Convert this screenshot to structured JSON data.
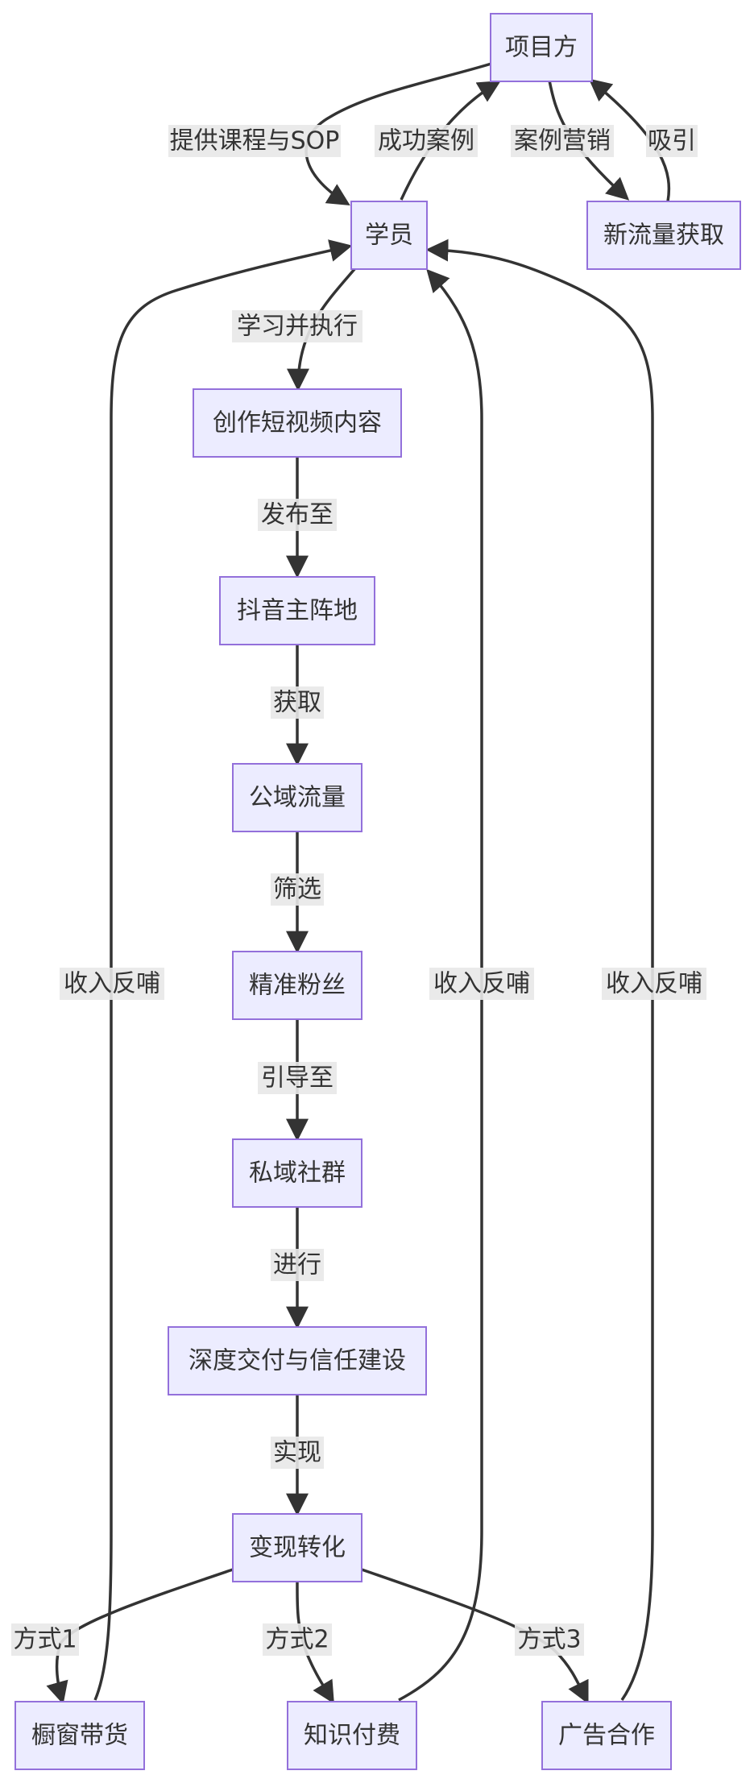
{
  "nodes": {
    "project": "项目方",
    "student": "学员",
    "new_traffic": "新流量获取",
    "create_video": "创作短视频内容",
    "douyin": "抖音主阵地",
    "public_traffic": "公域流量",
    "precise_fans": "精准粉丝",
    "private_group": "私域社群",
    "deep_delivery": "深度交付与信任建设",
    "monetize": "变现转化",
    "showcase": "橱窗带货",
    "knowledge_pay": "知识付费",
    "ad_coop": "广告合作"
  },
  "edges": {
    "provide_course": "提供课程与SOP",
    "success_case": "成功案例",
    "case_marketing": "案例营销",
    "attract": "吸引",
    "learn_execute": "学习并执行",
    "publish_to": "发布至",
    "obtain": "获取",
    "filter": "筛选",
    "guide_to": "引导至",
    "proceed": "进行",
    "realize": "实现",
    "method1": "方式1",
    "method2": "方式2",
    "method3": "方式3",
    "feedback_left": "收入反哺",
    "feedback_mid": "收入反哺",
    "feedback_right": "收入反哺"
  }
}
